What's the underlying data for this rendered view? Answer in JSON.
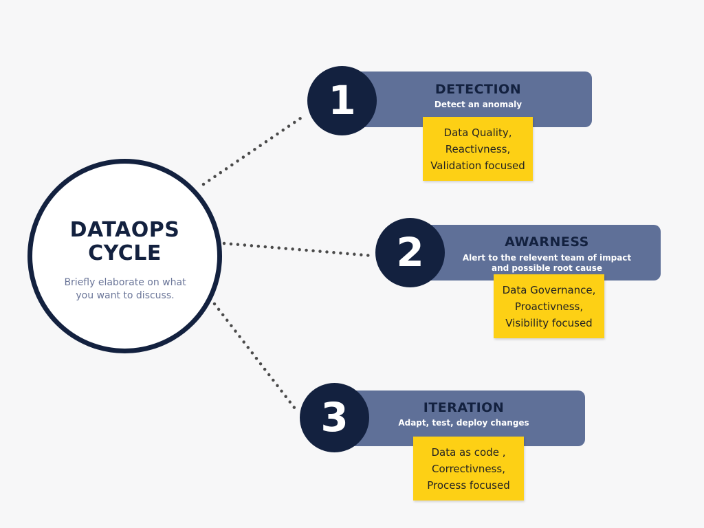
{
  "center": {
    "title_line1": "DATAOPS",
    "title_line2": "CYCLE",
    "subtitle_line1": "Briefly elaborate on what",
    "subtitle_line2": "you want to discuss."
  },
  "steps": [
    {
      "number": "1",
      "title": "DETECTION",
      "subtitle_line1": "Detect an anomaly",
      "subtitle_line2": "",
      "note": [
        "Data Quality,",
        "Reactivness,",
        "Validation focused"
      ]
    },
    {
      "number": "2",
      "title": "AWARNESS",
      "subtitle_line1": "Alert to the relevent team of impact",
      "subtitle_line2": "and possible root cause",
      "note": [
        "Data Governance,",
        "Proactivness,",
        "Visibility focused"
      ]
    },
    {
      "number": "3",
      "title": "ITERATION",
      "subtitle_line1": "Adapt, test, deploy changes",
      "subtitle_line2": "",
      "note": [
        "Data as code ,",
        "Correctivness,",
        "Process focused"
      ]
    }
  ],
  "colors": {
    "navy": "#13213f",
    "banner": "#5f7098",
    "note": "#fdd015",
    "subtitle": "#6a7598",
    "background": "#f7f7f8"
  }
}
